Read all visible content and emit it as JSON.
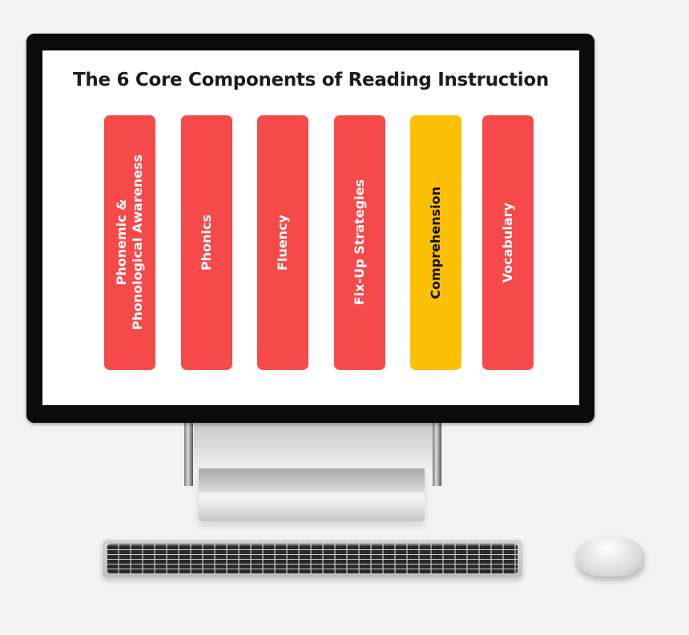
{
  "screen": {
    "title": "The 6 Core Components of Reading Instruction",
    "components": [
      {
        "label": "Phonemic &\nPhonological Awareness",
        "highlighted": false
      },
      {
        "label": "Phonics",
        "highlighted": false
      },
      {
        "label": "Fluency",
        "highlighted": false
      },
      {
        "label": "Fix-Up Strategies",
        "highlighted": false
      },
      {
        "label": "Comprehension",
        "highlighted": true
      },
      {
        "label": "Vocabulary",
        "highlighted": false
      }
    ]
  },
  "colors": {
    "bar": "#f64a4a",
    "highlight": "#fbbf03",
    "background": "#f3f3f3"
  },
  "icons": {
    "computer": "desktop-monitor-icon",
    "keyboard": "keyboard-icon",
    "mouse": "mouse-icon"
  }
}
